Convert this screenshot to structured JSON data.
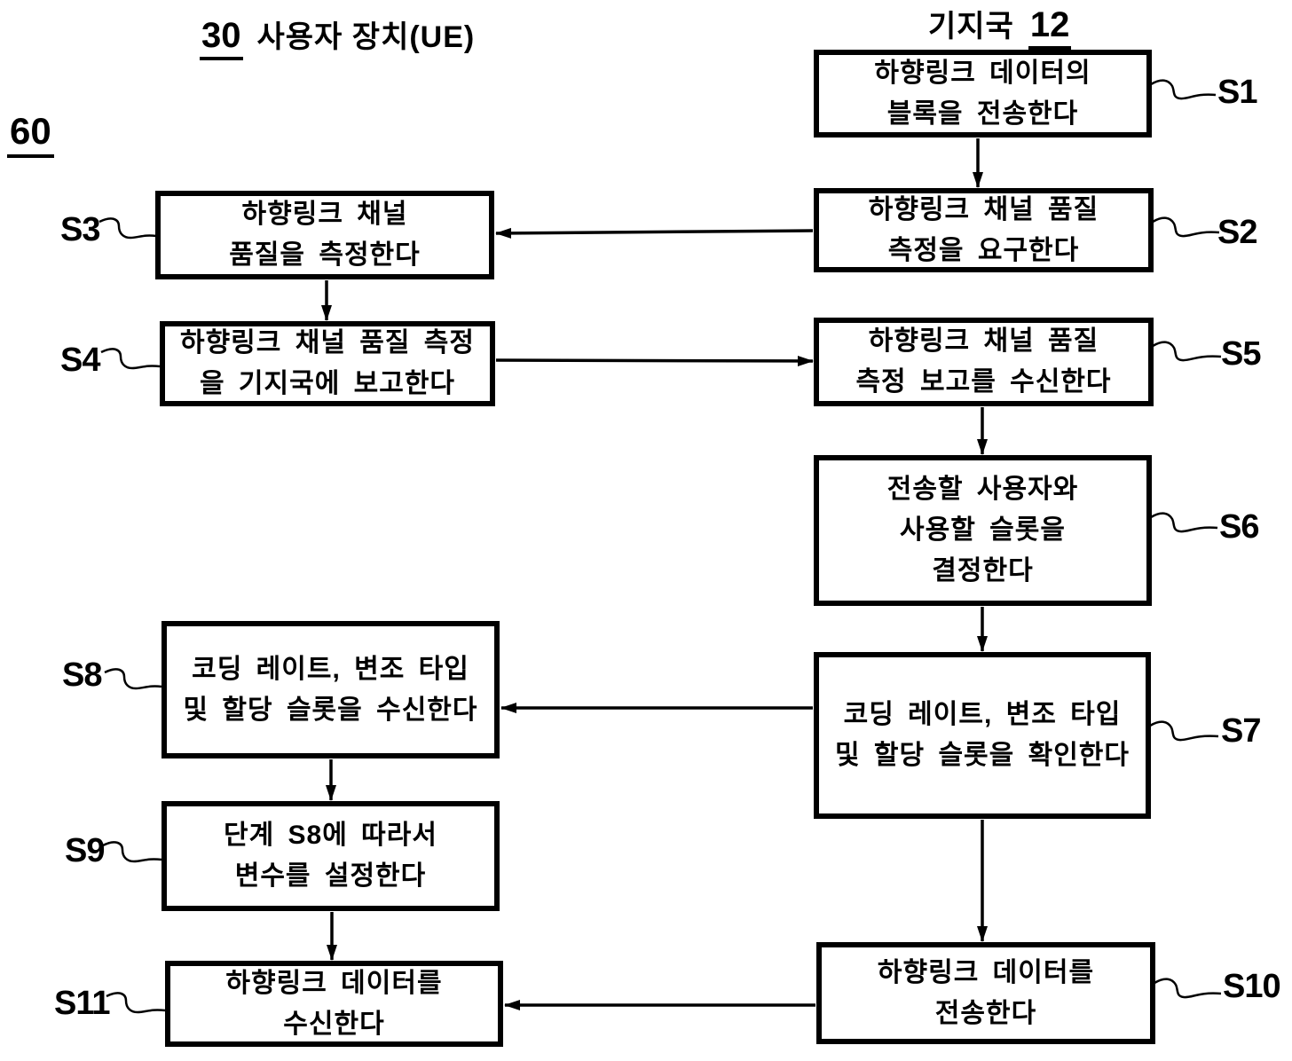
{
  "figure_label": "60",
  "columns": {
    "ue": {
      "ref_number": "30",
      "title": "사용자 장치(UE)"
    },
    "bs": {
      "title": "기지국",
      "ref_number": "12"
    }
  },
  "steps": {
    "s1": {
      "id": "S1",
      "lines": [
        "하향링크 데이터의",
        "블록을 전송한다"
      ]
    },
    "s2": {
      "id": "S2",
      "lines": [
        "하향링크 채널 품질",
        "측정을 요구한다"
      ]
    },
    "s3": {
      "id": "S3",
      "lines": [
        "하향링크 채널",
        "품질을 측정한다"
      ]
    },
    "s4": {
      "id": "S4",
      "lines": [
        "하향링크 채널 품질 측정",
        "을 기지국에 보고한다"
      ]
    },
    "s5": {
      "id": "S5",
      "lines": [
        "하향링크 채널 품질",
        "측정 보고를 수신한다"
      ]
    },
    "s6": {
      "id": "S6",
      "lines": [
        "전송할 사용자와",
        "사용할 슬롯을",
        "결정한다"
      ]
    },
    "s7": {
      "id": "S7",
      "lines": [
        "코딩 레이트, 변조 타입",
        "및 할당 슬롯을 확인한다"
      ]
    },
    "s8": {
      "id": "S8",
      "lines": [
        "코딩 레이트, 변조 타입",
        "및 할당 슬롯을 수신한다"
      ]
    },
    "s9": {
      "id": "S9",
      "lines": [
        "단계 S8에 따라서",
        "변수를 설정한다"
      ]
    },
    "s10": {
      "id": "S10",
      "lines": [
        "하향링크 데이터를",
        "전송한다"
      ]
    },
    "s11": {
      "id": "S11",
      "lines": [
        "하향링크 데이터를",
        "수신한다"
      ]
    }
  },
  "colors": {
    "ink": "#000000",
    "background": "#ffffff"
  }
}
